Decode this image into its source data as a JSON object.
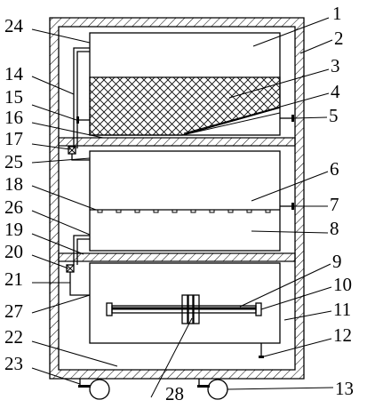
{
  "labels": {
    "l1": "1",
    "l2": "2",
    "l3": "3",
    "l4": "4",
    "l5": "5",
    "l6": "6",
    "l7": "7",
    "l8": "8",
    "l9": "9",
    "l10": "10",
    "l11": "11",
    "l12": "12",
    "l13": "13",
    "l14": "14",
    "l15": "15",
    "l16": "16",
    "l17": "17",
    "l18": "18",
    "l19": "19",
    "l20": "20",
    "l21": "21",
    "l22": "22",
    "l23": "23",
    "l24": "24",
    "l25": "25",
    "l26": "26",
    "l27": "27",
    "l28": "28"
  },
  "colors": {
    "stroke": "#000000",
    "background": "#ffffff"
  }
}
